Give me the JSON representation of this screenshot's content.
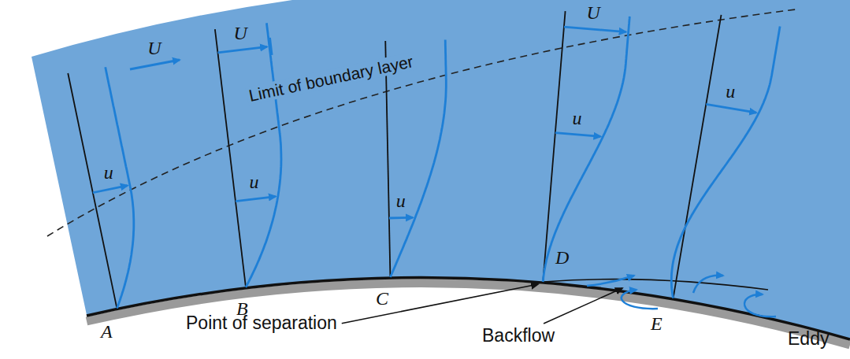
{
  "diagram": {
    "labels": [
      "U",
      "U",
      "Limit of boundary layer",
      "u",
      "u",
      "u",
      "U",
      "u",
      "u",
      "A",
      "B",
      "C",
      "D",
      "E",
      "Point of separation",
      "Backflow",
      "Eddy"
    ]
  }
}
